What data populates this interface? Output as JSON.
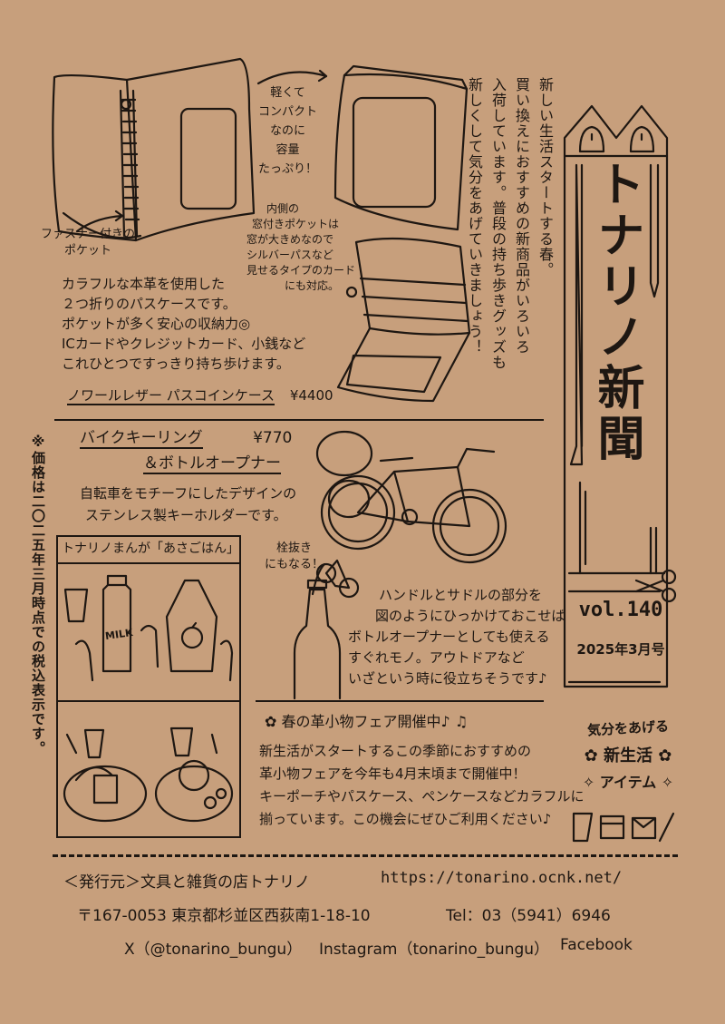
{
  "masthead": {
    "title": "トナリノ新聞",
    "vol": "vol.140",
    "date": "2025年3月号"
  },
  "intro": {
    "lines": [
      "新しい生活スタートする春。",
      "買い換えにおすすめの新商品がいろいろ",
      "入荷しています。普段の持ち歩きグッズも",
      "新しくして気分をあげていきましょう！"
    ]
  },
  "pass_case": {
    "note_compact": [
      "軽くて",
      "コンパクト",
      "なのに",
      "容量",
      "たっぷり！"
    ],
    "note_inner": [
      "内側の",
      "窓付きポケットは",
      "窓が大きめなので",
      "シルバーパスなど",
      "見せるタイプのカード",
      "にも対応。"
    ],
    "note_zip": [
      "ファスナー付きの",
      "ポケット"
    ],
    "desc": [
      "カラフルな本革を使用した",
      "２つ折りのパスケースです。",
      "ポケットが多く安心の収納力◎",
      "ICカードやクレジットカード、小銭など",
      "これひとつですっきり持ち歩けます。"
    ],
    "name": "ノワールレザー パスコインケース",
    "price": "¥4400"
  },
  "bike": {
    "name1": "バイクキーリング",
    "price": "¥770",
    "name2": "＆ボトルオープナー",
    "desc": [
      "自転車をモチーフにしたデザインの",
      "ステンレス製キーホルダーです。"
    ],
    "note_opener": [
      "栓抜き",
      "にもなる！"
    ],
    "usage": [
      "ハンドルとサドルの部分を",
      "図のようにひっかけておこせば",
      "ボトルオープナーとしても使える",
      "すぐれモノ。アウトドアなど",
      "いざという時に役立ちそうです♪"
    ]
  },
  "price_note": "※価格は二〇二五年三月時点での税込表示です。",
  "manga": {
    "title": "トナリノまんが「あさごはん」",
    "milk_label": "MILK"
  },
  "fair": {
    "title": "春の革小物フェア開催中♪",
    "lines": [
      "新生活がスタートするこの季節におすすめの",
      "革小物フェアを今年も4月末頃まで開催中！",
      "キーポーチやパスケース、ペンケースなどカラフルに",
      "揃っています。この機会にぜひご利用ください♪"
    ]
  },
  "badge": {
    "line1": "気分をあげる",
    "line2": "新生活",
    "line3": "アイテム"
  },
  "footer": {
    "publisher": "＜発行元＞文具と雑貨の店トナリノ",
    "url": "https://tonarino.ocnk.net/",
    "address": "〒167-0053 東京都杉並区西荻南1-18-10",
    "tel": "Tel：03（5941）6946",
    "x": "X（@tonarino_bungu）",
    "instagram": "Instagram（tonarino_bungu）",
    "facebook": "Facebook"
  }
}
